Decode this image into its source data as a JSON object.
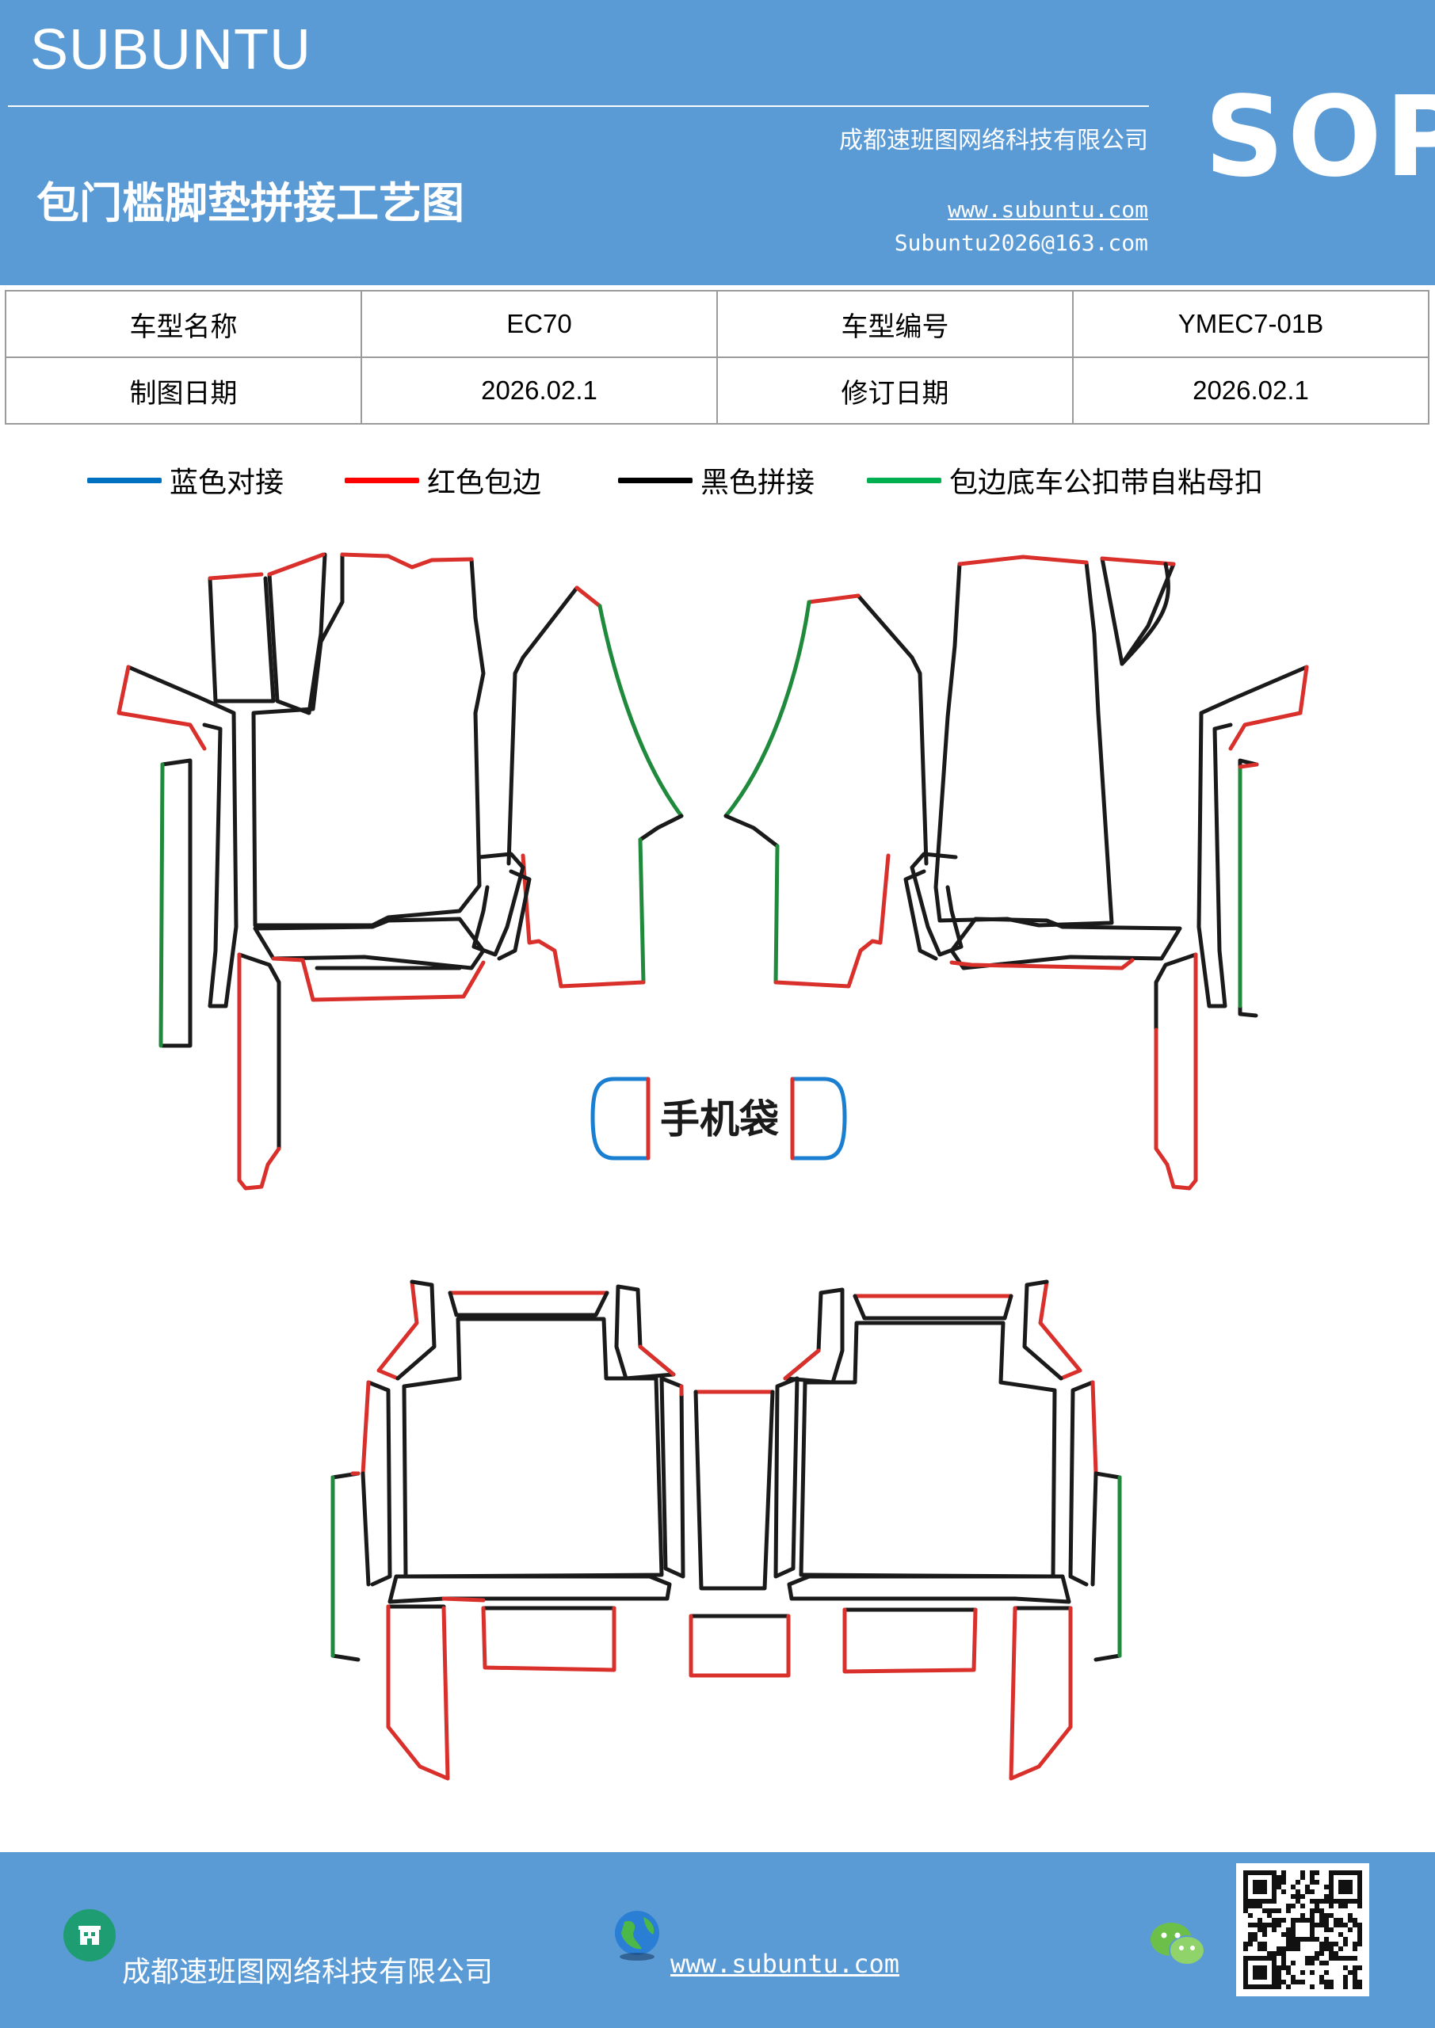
{
  "header": {
    "brand": "SUBUNTU",
    "sop": "SOP",
    "company": "成都速班图网络科技有限公司",
    "title": "包门槛脚垫拼接工艺图",
    "website": "www.subuntu.com",
    "email": "Subuntu2026@163.com"
  },
  "info_table": {
    "rows": [
      [
        "车型名称",
        "EC70",
        "车型编号",
        "YMEC7-01B"
      ],
      [
        "制图日期",
        "2026.02.1",
        "修订日期",
        "2026.02.1"
      ]
    ]
  },
  "legend": [
    {
      "label": "蓝色对接",
      "color": "#0070c0"
    },
    {
      "label": "红色包边",
      "color": "#ff0000"
    },
    {
      "label": "黑色拼接",
      "color": "#000000"
    },
    {
      "label": "包边底车公扣带自粘母扣",
      "color": "#00b050"
    }
  ],
  "drawing": {
    "phone_bag_label": "手机袋",
    "colors": {
      "edge": "#d9302c",
      "join": "#1a1a1a",
      "velcro": "#1f8a3c",
      "dock": "#1a7fd0"
    }
  },
  "footer": {
    "company": "成都速班图网络科技有限公司",
    "website": "www.subuntu.com",
    "icons": [
      "building-icon",
      "globe-icon",
      "wechat-icon",
      "qr-code"
    ]
  }
}
